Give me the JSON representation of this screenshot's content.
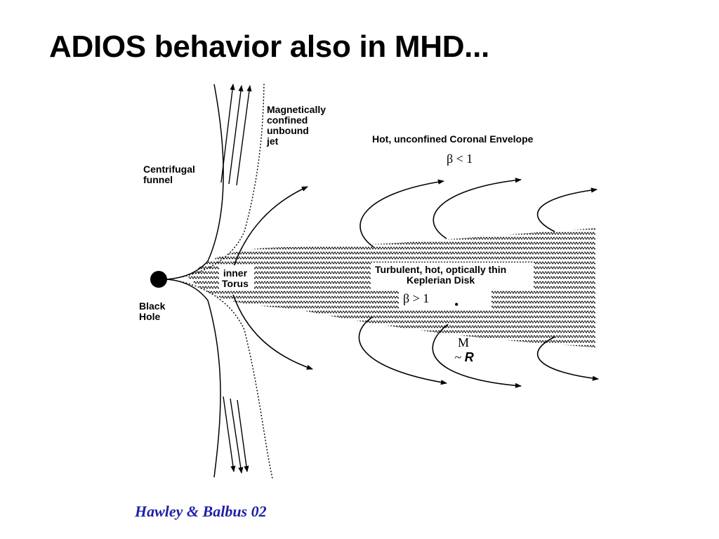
{
  "slide": {
    "title": "ADIOS behavior also in MHD...",
    "citation": "Hawley & Balbus 02"
  },
  "diagram": {
    "labels": {
      "jet": "Magnetically\nconfined\nunbound\njet",
      "funnel": "Centrifugal\nfunnel",
      "black_hole": "Black\nHole",
      "torus": "inner\nTorus",
      "envelope": "Hot, unconfined Coronal Envelope",
      "envelope_beta": "β < 1",
      "disk": "Turbulent, hot, optically thin\nKeplerian Disk",
      "disk_beta": "β > 1",
      "disk_mdot": "M",
      "disk_mdot_rel": " ~ ",
      "disk_mdot_r": "R"
    },
    "colors": {
      "ink": "#000000",
      "citation": "#1f1fa8"
    }
  }
}
